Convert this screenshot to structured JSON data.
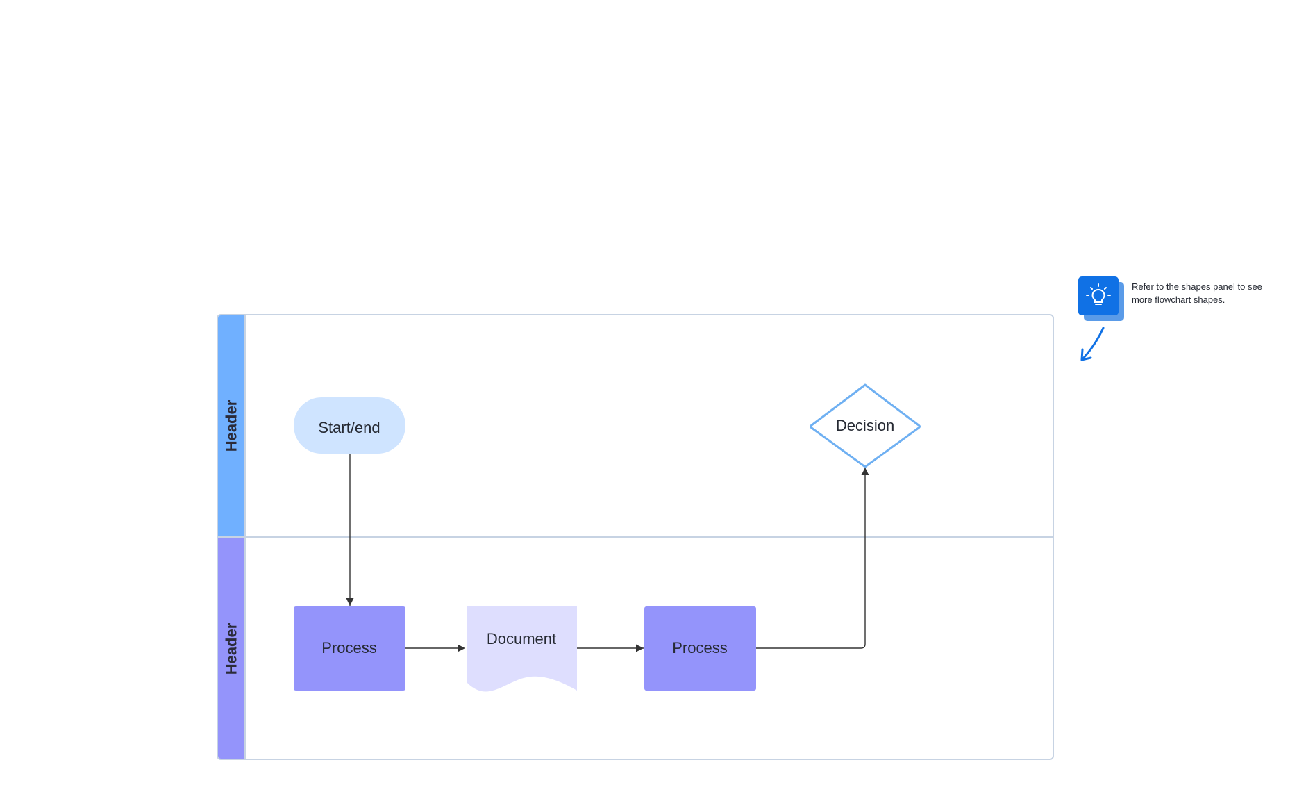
{
  "swimlanes": [
    {
      "header": "Header",
      "color": "#70b0ff"
    },
    {
      "header": "Header",
      "color": "#9494fb"
    }
  ],
  "shapes": {
    "start_end": {
      "label": "Start/end",
      "color": "#cfe4ff"
    },
    "decision": {
      "label": "Decision",
      "color": "#6fb0f2"
    },
    "process_1": {
      "label": "Process",
      "color": "#9494fb"
    },
    "document": {
      "label": "Document",
      "color": "#dedefe"
    },
    "process_2": {
      "label": "Process",
      "color": "#9494fb"
    }
  },
  "tip": {
    "text": "Refer to the shapes panel to see more flowchart shapes.",
    "icon": "lightbulb-icon",
    "color": "#1071e5"
  },
  "connector_color": "#333333"
}
